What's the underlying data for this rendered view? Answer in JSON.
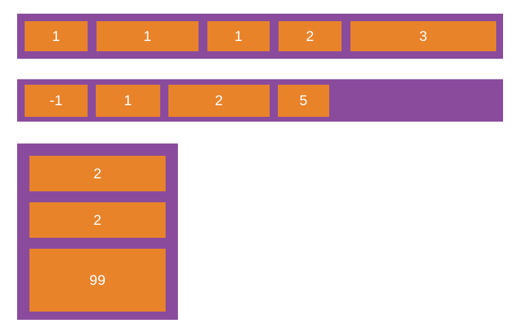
{
  "colors": {
    "container_purple": "#8a4b9d",
    "item_orange": "#e8832a",
    "item_text": "#ffffff",
    "page_background": "#ffffff"
  },
  "containers": [
    {
      "name": "flex-row-1",
      "direction": "row",
      "items": [
        {
          "label": "1"
        },
        {
          "label": "1"
        },
        {
          "label": "1"
        },
        {
          "label": "2"
        },
        {
          "label": "3"
        }
      ]
    },
    {
      "name": "flex-row-2",
      "direction": "row",
      "items": [
        {
          "label": "-1"
        },
        {
          "label": "1"
        },
        {
          "label": "2"
        },
        {
          "label": "5"
        }
      ]
    },
    {
      "name": "flex-column-3",
      "direction": "column",
      "items": [
        {
          "label": "2"
        },
        {
          "label": "2"
        },
        {
          "label": "99"
        }
      ]
    }
  ]
}
